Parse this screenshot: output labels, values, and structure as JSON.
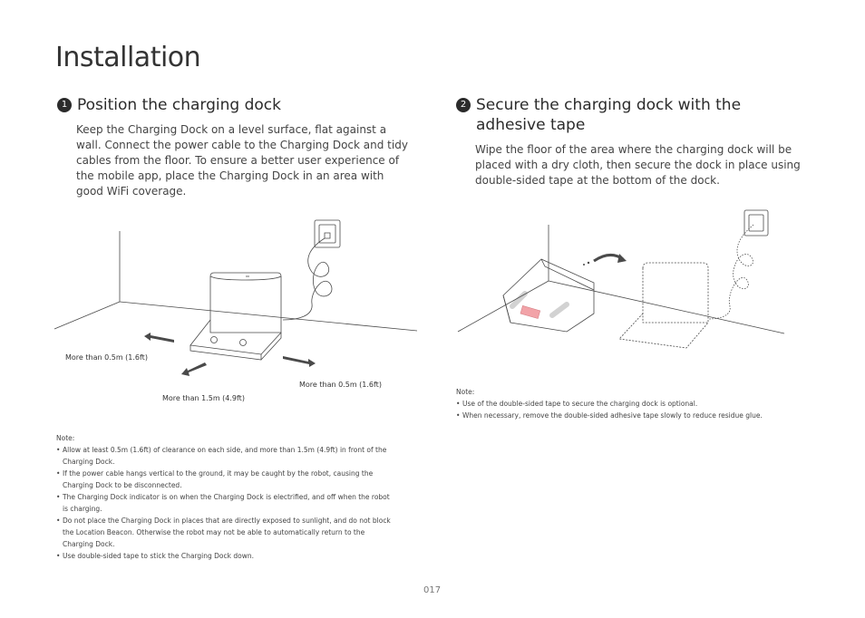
{
  "page": {
    "title": "Installation",
    "page_number": "017"
  },
  "step1": {
    "number": "1",
    "heading": "Position the charging dock",
    "body": "Keep the Charging Dock on a level surface, flat against a wall. Connect the power cable to the Charging Dock and tidy cables from the floor. To ensure a better user experience of the mobile app, place the Charging Dock in an area with good WiFi coverage.",
    "labels": {
      "left_clearance": "More than 0.5m (1.6ft)",
      "right_clearance": "More than 0.5m (1.6ft)",
      "front_clearance": "More than 1.5m (4.9ft)"
    },
    "note": {
      "title": "Note:",
      "items": [
        "Allow at least 0.5m (1.6ft) of clearance on each side, and more than 1.5m (4.9ft) in front of the Charging Dock.",
        "If the power cable hangs vertical to the ground, it may be caught by the robot, causing the Charging Dock to be disconnected.",
        "The Charging Dock indicator is on when the Charging Dock is electrified, and off when the robot is charging.",
        "Do not place the Charging Dock in places that are directly exposed to sunlight, and do not block the Location Beacon. Otherwise the robot may not be able to automatically return to the Charging Dock.",
        "Use double-sided tape to stick the Charging Dock down."
      ]
    }
  },
  "step2": {
    "number": "2",
    "heading": "Secure the charging dock with the adhesive tape",
    "body": "Wipe the floor of the area where the charging dock will be placed with a dry cloth, then secure the dock in place using double-sided tape at the bottom of the dock.",
    "note": {
      "title": "Note:",
      "items": [
        "Use of the double-sided tape to secure the charging dock is optional.",
        "When necessary, remove the double-sided adhesive tape slowly to reduce residue glue."
      ]
    }
  },
  "colors": {
    "text": "#2b2b2b",
    "line_art": "#4a4a4a",
    "tape_highlight": "#f2a3a8"
  },
  "icons": {
    "step_marker": "filled-circle-number",
    "power_plug": "wall-socket-icon",
    "direction_arrow": "arrow-icon"
  }
}
